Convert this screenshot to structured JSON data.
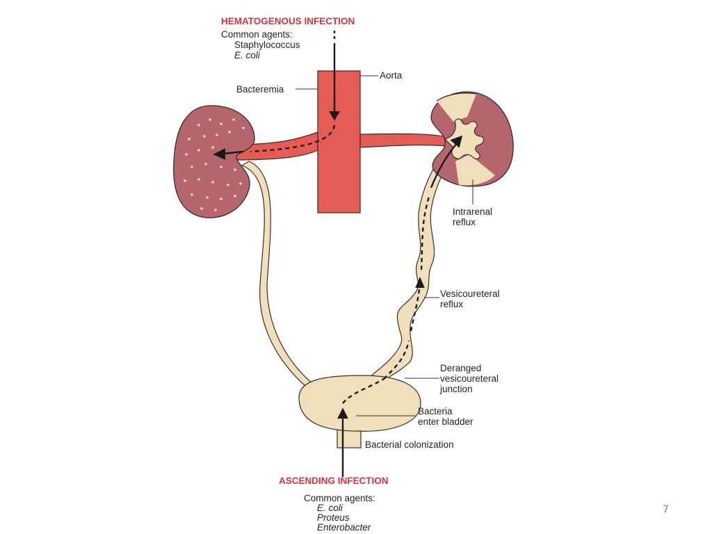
{
  "colors": {
    "aorta": "#e55c55",
    "kidney": "#b4666c",
    "tube": "#f0dfbb",
    "outline": "#3a2a2a",
    "header": "#e0303a"
  },
  "hematogenous": {
    "title": "HEMATOGENOUS INFECTION",
    "agents_label": "Common agents:",
    "agents": [
      "Staphylococcus",
      "E. coli"
    ]
  },
  "ascending": {
    "title": "ASCENDING INFECTION",
    "agents_label": "Common agents:",
    "agents": [
      "E. coli",
      "Proteus",
      "Enterobacter"
    ]
  },
  "labels": {
    "aorta": "Aorta",
    "bacteremia": "Bacteremia",
    "intrarenal_1": "Intrarenal",
    "intrarenal_2": "reflux",
    "vesicoureteral_1": "Vesicoureteral",
    "vesicoureteral_2": "reflux",
    "deranged_1": "Deranged",
    "deranged_2": "vesicoureteral",
    "deranged_3": "junction",
    "bacteria_1": "Bacteria",
    "bacteria_2": "enter bladder",
    "colonization": "Bacterial colonization"
  },
  "page_number": "7"
}
